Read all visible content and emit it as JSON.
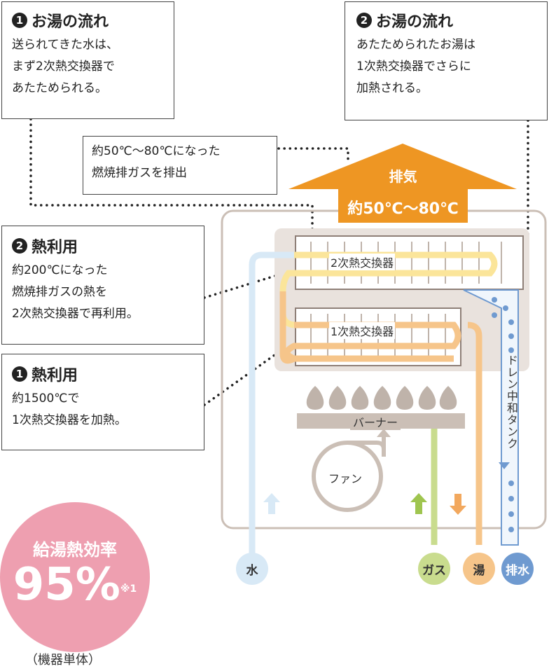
{
  "flow1": {
    "num": "1",
    "title": "お湯の流れ",
    "lines": [
      "送られてきた水は、",
      "まず2次熱交換器で",
      "あたためられる。"
    ]
  },
  "flow2": {
    "num": "2",
    "title": "お湯の流れ",
    "lines": [
      "あたためられたお湯は",
      "1次熱交換器でさらに",
      "加熱される。"
    ]
  },
  "exhaust_box": {
    "lines": [
      "約50℃〜80℃になった",
      "燃焼排ガスを排出"
    ]
  },
  "heat2": {
    "num": "2",
    "title": "熱利用",
    "lines": [
      "約200℃になった",
      "燃焼排ガスの熱を",
      "2次熱交換器で再利用。"
    ]
  },
  "heat1": {
    "num": "1",
    "title": "熱利用",
    "lines": [
      "約1500℃で",
      "1次熱交換器を加熱。"
    ]
  },
  "exhaust_arrow": {
    "line1": "排気",
    "line2": "約50℃〜80℃"
  },
  "machine": {
    "hx2": "2次熱交換器",
    "hx1": "1次熱交換器",
    "burner": "バーナー",
    "fan": "ファン",
    "drain_tank": "ドレン中和タンク"
  },
  "ports": {
    "water": "水",
    "gas": "ガス",
    "hot_water": "湯",
    "drain": "排水"
  },
  "efficiency": {
    "label": "給湯熱効率",
    "value": "95%",
    "note": "※1"
  },
  "caption": "（機器単体）",
  "colors": {
    "exhaust": "#ee9623",
    "water": "#d8e9f6",
    "hot_pipe_yellow": "#fbe59a",
    "hot_pipe_orange": "#f6c58a",
    "gas": "#c9dc8e",
    "drain": "#6f9ad0",
    "badge": "#ee9fb0",
    "machine_frame": "#cbbfb6"
  }
}
